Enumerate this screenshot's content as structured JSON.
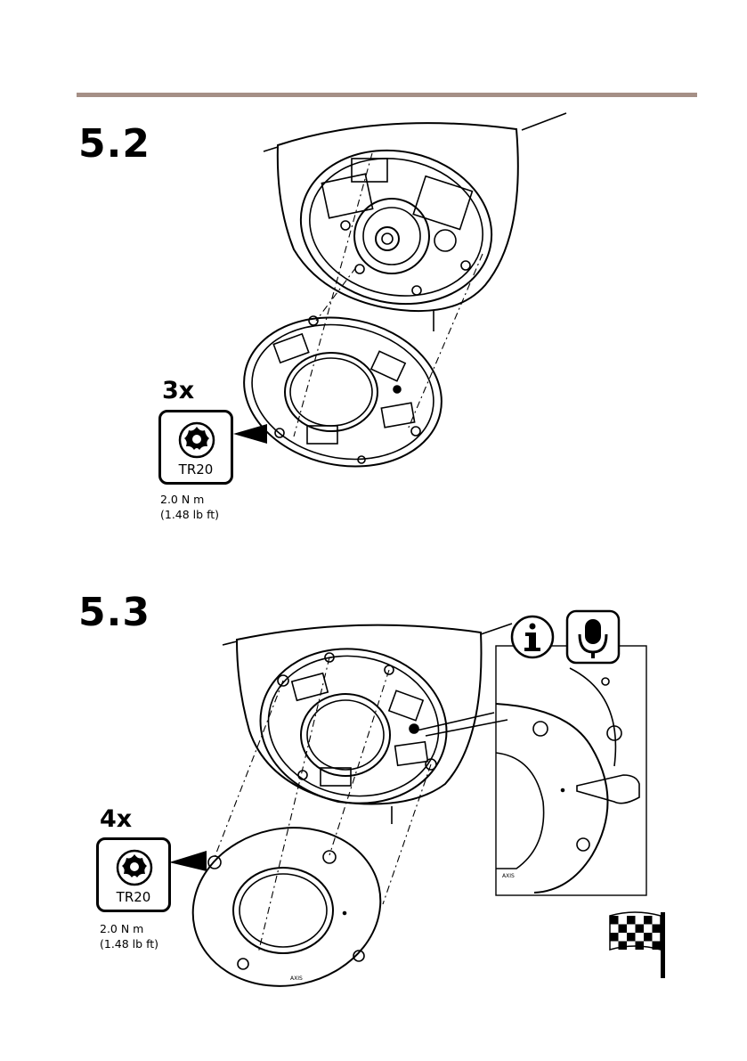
{
  "steps": [
    {
      "number": "5.2",
      "count": "3x",
      "tool": {
        "label": "TR20",
        "icon": "torx-icon"
      },
      "torque": {
        "metric": "2.0 N m",
        "imperial": "(1.48 lb ft)"
      }
    },
    {
      "number": "5.3",
      "count": "4x",
      "tool": {
        "label": "TR20",
        "icon": "torx-icon"
      },
      "torque": {
        "metric": "2.0 N m",
        "imperial": "(1.48 lb ft)"
      },
      "callout_icons": [
        "info-icon",
        "microphone-icon"
      ],
      "end_icon": "checkered-flag-icon"
    }
  ],
  "colors": {
    "rule": "#a58f86",
    "ink": "#000000"
  }
}
